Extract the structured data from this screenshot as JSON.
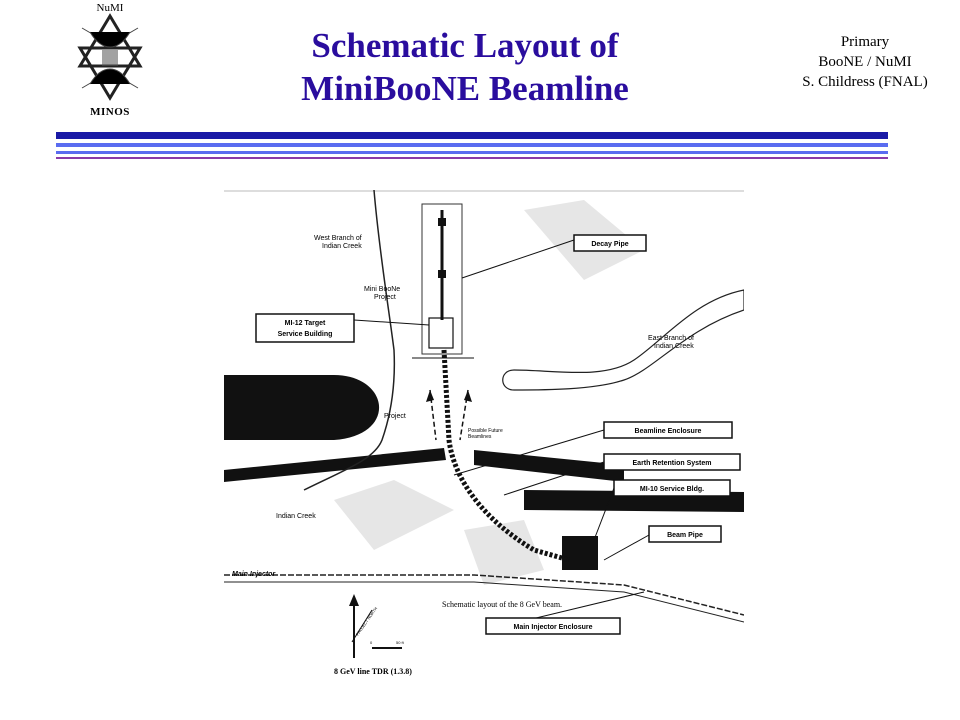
{
  "header": {
    "logo_top": "NuMI",
    "logo_bottom": "MINOS",
    "title_line1": "Schematic Layout of",
    "title_line2": "MiniBooNE Beamline",
    "info_line1": "Primary",
    "info_line2": "BooNE / NuMI",
    "info_line3": "S. Childress (FNAL)"
  },
  "colors": {
    "title": "#2a0d9e",
    "rule_dark": "#1a1aa6",
    "rule_light": "#5a6cf0",
    "rule_purple": "#8a3aa8"
  },
  "diagram": {
    "labels": {
      "west_branch_1": "West Branch of",
      "west_branch_2": "Indian Creek",
      "miniboone_1": "Mini BooNe",
      "miniboone_2": "Project",
      "east_branch_1": "East Branch of",
      "east_branch_2": "Indian Creek",
      "project": "Project",
      "future_1": "Possible Future",
      "future_2": "Beamlines",
      "indian_creek": "Indian Creek",
      "main_injector": "Main Injector",
      "caption": "Schematic layout of the 8 GeV beam.",
      "tdr": "8 GeV line TDR (1.3.8)",
      "north": "PROJECT NORTH",
      "scale_0": "0",
      "scale_50": "50 ft"
    },
    "boxes": {
      "decay_pipe": "Decay Pipe",
      "mi12_1": "MI-12 Target",
      "mi12_2": "Service Building",
      "beamline_enclosure": "Beamline Enclosure",
      "earth_retention": "Earth Retention System",
      "mi10": "MI-10 Service Bldg.",
      "beam_pipe": "Beam Pipe",
      "mi_enclosure": "Main Injector Enclosure"
    }
  }
}
